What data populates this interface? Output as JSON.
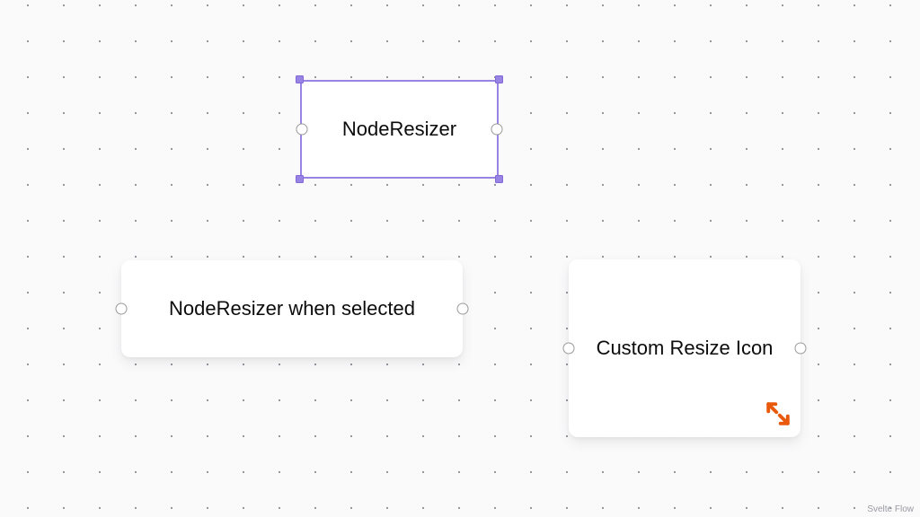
{
  "canvas": {
    "attribution": "Svelte Flow",
    "background_pattern": "dots",
    "colors": {
      "background": "#fafafb",
      "dot": "#91919a",
      "node_background": "#ffffff",
      "node_text": "#0c0c0d",
      "selection_accent": "#9784e3",
      "connection_handle_border": "#9a9a9a",
      "resize_icon_orange": "#e8590c",
      "attribution_text": "#999aa1"
    }
  },
  "nodes": [
    {
      "label": "NodeResizer",
      "selected": true,
      "resize_handles": [
        "top-left",
        "top-right",
        "bottom-left",
        "bottom-right"
      ],
      "connection_handles": [
        "left",
        "right"
      ]
    },
    {
      "label": "NodeResizer when selected",
      "selected": false,
      "connection_handles": [
        "left",
        "right"
      ]
    },
    {
      "label": "Custom Resize Icon",
      "selected": false,
      "connection_handles": [
        "left",
        "right"
      ],
      "resize_icon": "diagonal-double-arrow"
    }
  ]
}
